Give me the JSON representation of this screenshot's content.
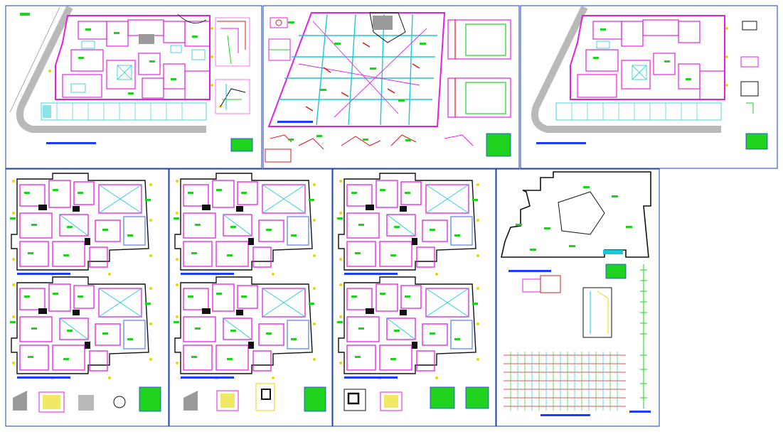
{
  "colors": {
    "background": "#ffffff",
    "frame": "#1a3fb4",
    "wall": "#e51ee5",
    "cyan": "#19c9d6",
    "green": "#1ed21e",
    "yellow": "#e8d800",
    "red": "#d81a1a",
    "black": "#111111",
    "blue": "#1c3cff",
    "gray": "#b9b9b9"
  },
  "sheets": [
    {
      "id": "sheet-ground-floor-plan",
      "legend": true
    },
    {
      "id": "sheet-site-pipe-layout",
      "legend": true
    },
    {
      "id": "sheet-ground-floor-plan-b",
      "legend": true
    },
    {
      "id": "sheet-floor-plans-1",
      "legend": true
    },
    {
      "id": "sheet-floor-plans-2",
      "legend": true
    },
    {
      "id": "sheet-floor-plans-3",
      "legend": true
    },
    {
      "id": "sheet-roof-and-riser",
      "legend": true
    }
  ]
}
